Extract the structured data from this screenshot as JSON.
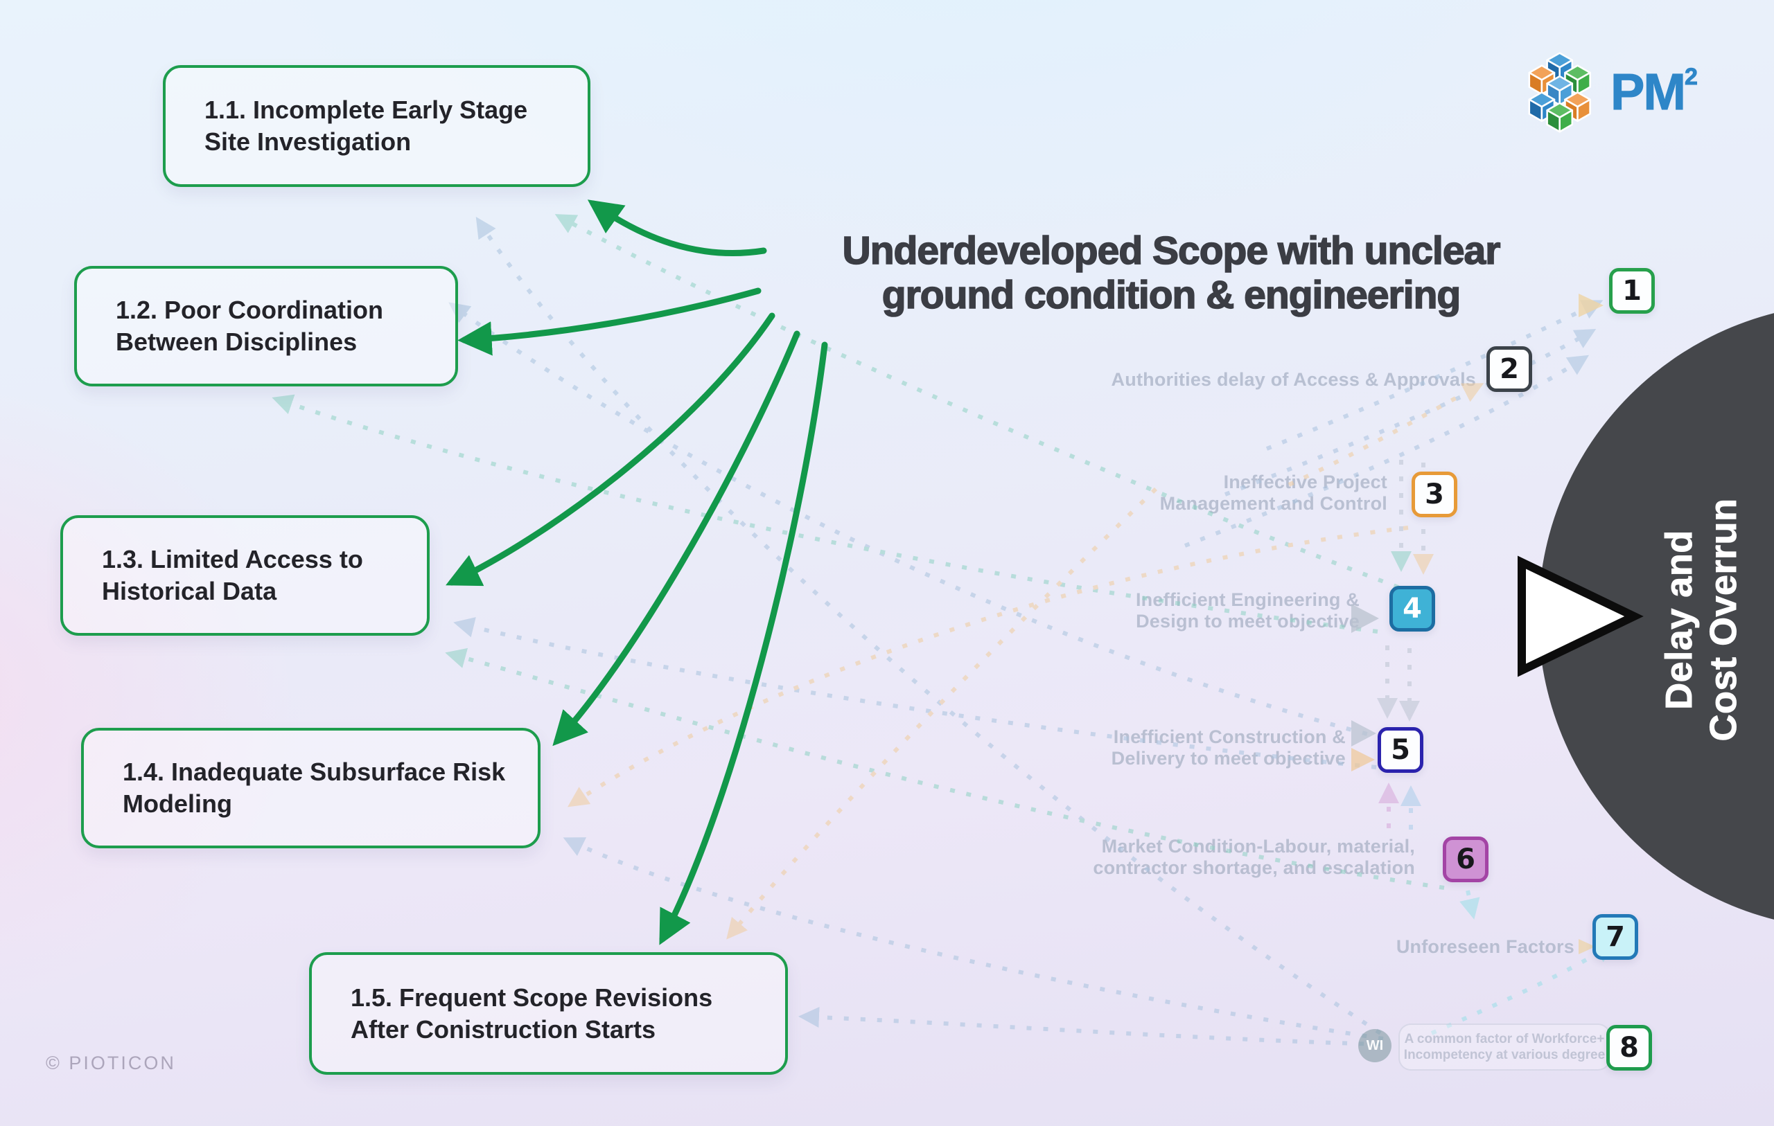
{
  "title": {
    "line1": "Underdeveloped Scope with unclear",
    "line2": "ground condition & engineering"
  },
  "causes": [
    {
      "label": "1.1. Incomplete Early Stage Site Investigation"
    },
    {
      "label": "1.2. Poor Coordination Between Disciplines"
    },
    {
      "label": "1.3. Limited Access to Historical Data"
    },
    {
      "label": "1.4. Inadequate Subsurface Risk Modeling"
    },
    {
      "label": "1.5. Frequent Scope Revisions After Conistruction Starts"
    }
  ],
  "factors": [
    {
      "number": "1"
    },
    {
      "number": "2",
      "lines": [
        "Authorities delay of Access & Approvals"
      ]
    },
    {
      "number": "3",
      "lines": [
        "Ineffective Project",
        "Management and Control"
      ]
    },
    {
      "number": "4",
      "lines": [
        "Inefficient Engineering &",
        "Design to meet objective"
      ]
    },
    {
      "number": "5",
      "lines": [
        "Inefficient Construction &",
        "Delivery to meet objective"
      ]
    },
    {
      "number": "6",
      "lines": [
        "Market Condition-Labour, material,",
        "contractor shortage, and escalation"
      ]
    },
    {
      "number": "7",
      "lines": [
        "Unforeseen Factors"
      ]
    },
    {
      "number": "8"
    }
  ],
  "note": {
    "avatar": "WI",
    "line1": "A common factor of Workforce+",
    "line2": "Incompetency at various degree"
  },
  "outcome": {
    "line1": "Delay and",
    "line2": "Cost Overrun"
  },
  "logo": {
    "text": "PM",
    "sup": "2"
  },
  "watermark": "© PIOTICON",
  "colors": {
    "arrow_green": "#12984a",
    "outcome_circle": "#45474b",
    "badge1_border": "#27a04c",
    "badge2_border": "#3c434a",
    "badge3_border": "#e79a38",
    "badge4_border": "#1d6da2",
    "badge4_fill": "#3fb2d6",
    "badge5_border": "#2b23ad",
    "badge6_border": "#a344a5",
    "badge6_fill": "#cf92d4",
    "badge7_border": "#2379b7",
    "badge7_fill": "#c9f2f8",
    "badge8_border": "#1f9c4d",
    "dashed_blue": "#a9c3de",
    "dashed_teal": "#8fd2c4",
    "dashed_orange": "#f0cc9e"
  }
}
